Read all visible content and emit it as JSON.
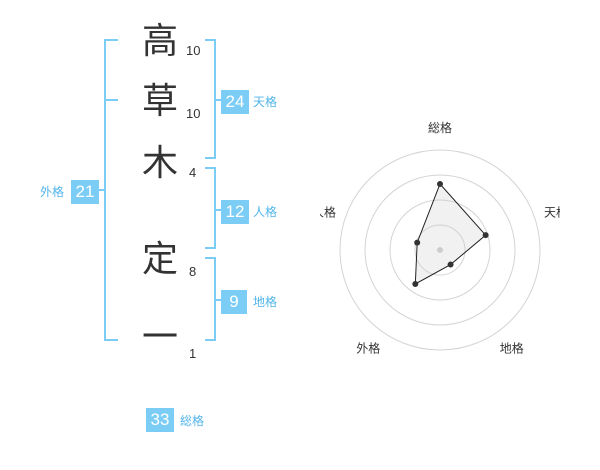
{
  "name": {
    "characters": [
      {
        "char": "高",
        "strokes": "10"
      },
      {
        "char": "草",
        "strokes": "10"
      },
      {
        "char": "木",
        "strokes": "4"
      },
      {
        "char": "定",
        "strokes": "8"
      },
      {
        "char": "一",
        "strokes": "1"
      }
    ]
  },
  "fortunes": {
    "tenkaku": {
      "value": "24",
      "label": "天格"
    },
    "jinkaku": {
      "value": "12",
      "label": "人格"
    },
    "chikaku": {
      "value": "9",
      "label": "地格"
    },
    "gaikaku": {
      "value": "21",
      "label": "外格"
    },
    "soukaku": {
      "value": "33",
      "label": "総格"
    }
  },
  "colors": {
    "accent": "#7ccdf5",
    "accent_text": "#52b5ea",
    "bracket": "#7ccdf5"
  },
  "chart_data": {
    "type": "radar",
    "axes": [
      "総格",
      "天格",
      "地格",
      "外格",
      "人格"
    ],
    "values": [
      33,
      24,
      9,
      21,
      12
    ],
    "rings": 4,
    "max": 50
  }
}
